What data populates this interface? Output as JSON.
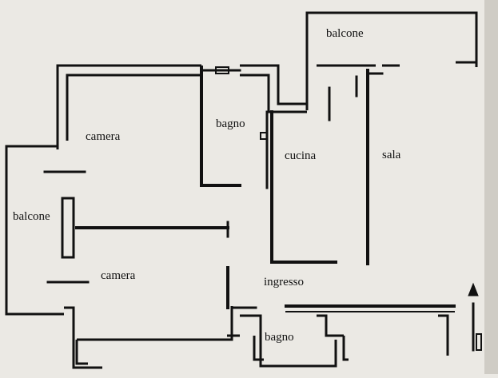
{
  "rooms": {
    "balcone_top": "balcone",
    "camera_top": "camera",
    "bagno_top": "bagno",
    "cucina": "cucina",
    "sala": "sala",
    "balcone_left": "balcone",
    "camera_bottom": "camera",
    "ingresso": "ingresso",
    "bagno_bottom": "bagno"
  },
  "colors": {
    "paper": "#ebe9e4",
    "wall": "#111111",
    "shadow": "#cfccc5"
  }
}
